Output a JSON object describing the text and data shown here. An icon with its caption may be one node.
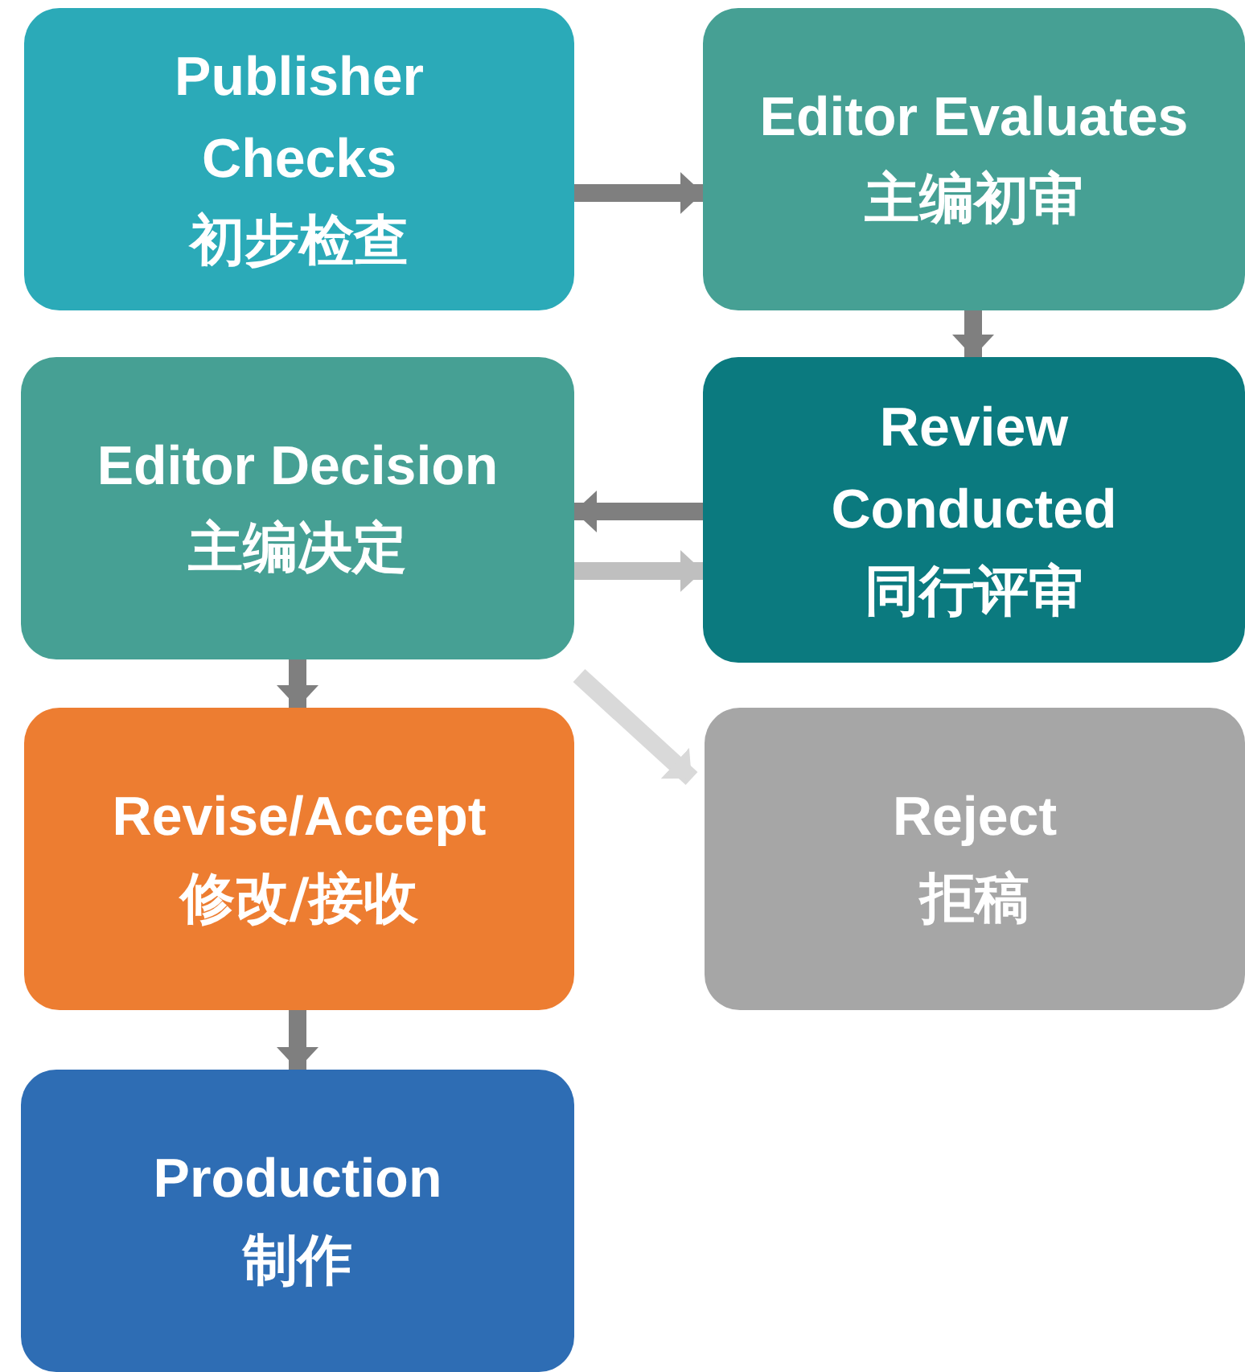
{
  "diagram": {
    "nodes": [
      {
        "text": [
          "Publisher Checks",
          "初步检查"
        ]
      },
      {
        "text": [
          "Editor Evaluates",
          "主编初审"
        ]
      },
      {
        "text": [
          "Review Conducted",
          "同行评审"
        ]
      },
      {
        "text": [
          "Editor Decision",
          "主编决定"
        ]
      },
      {
        "text": [
          "Revise/Accept",
          "修改/接收"
        ]
      },
      {
        "text": [
          "Reject",
          "拒稿"
        ]
      },
      {
        "text": [
          "Production",
          "制作"
        ]
      }
    ],
    "edges": [
      {
        "from": 0,
        "to": 1,
        "arrow": "to"
      },
      {
        "from": 1,
        "to": 2,
        "arrow": "to"
      },
      {
        "from": 2,
        "to": 3,
        "arrow": "to"
      },
      {
        "from": 3,
        "to": 2,
        "arrow": "to",
        "color": "#bfbfbf"
      },
      {
        "from": 3,
        "to": 4,
        "arrow": "to"
      },
      {
        "from": 3,
        "to": 5,
        "arrow": "to",
        "color": "#d9d9d9"
      },
      {
        "from": 4,
        "to": 6,
        "arrow": "to"
      }
    ]
  }
}
